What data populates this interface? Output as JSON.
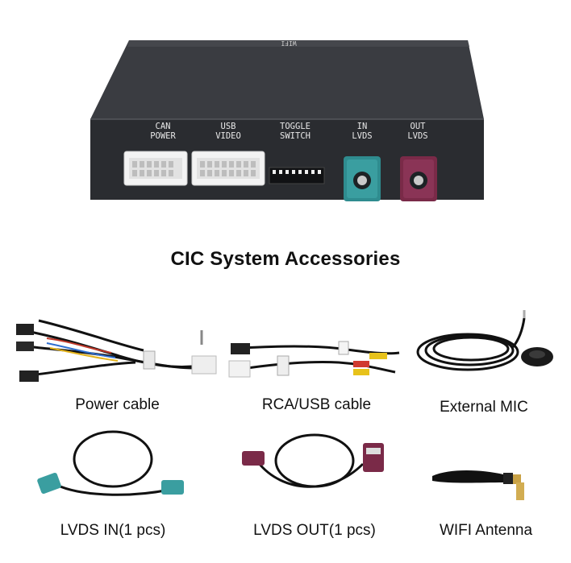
{
  "device": {
    "top_label": "WIFI",
    "ports": [
      {
        "line1": "CAN",
        "line2": "POWER"
      },
      {
        "line1": "USB",
        "line2": "VIDEO"
      },
      {
        "line1": "TOGGLE",
        "line2": "SWITCH"
      },
      {
        "line1": "IN",
        "line2": "LVDS"
      },
      {
        "line1": "OUT",
        "line2": "LVDS"
      }
    ]
  },
  "heading": "CIC System Accessories",
  "accessories": [
    {
      "caption": "Power cable",
      "icon": "power-cable"
    },
    {
      "caption": "RCA/USB cable",
      "icon": "rca-usb-cable"
    },
    {
      "caption": "External MIC",
      "icon": "external-mic"
    },
    {
      "caption": "LVDS IN(1 pcs)",
      "icon": "lvds-in-cable"
    },
    {
      "caption": "LVDS OUT(1 pcs)",
      "icon": "lvds-out-cable"
    },
    {
      "caption": "WIFI Antenna",
      "icon": "wifi-antenna"
    }
  ],
  "colors": {
    "box": "#2b2d31",
    "lvds_in": "#2f8c8f",
    "lvds_out": "#7a2a48",
    "connector_white": "#f2f2f2"
  }
}
